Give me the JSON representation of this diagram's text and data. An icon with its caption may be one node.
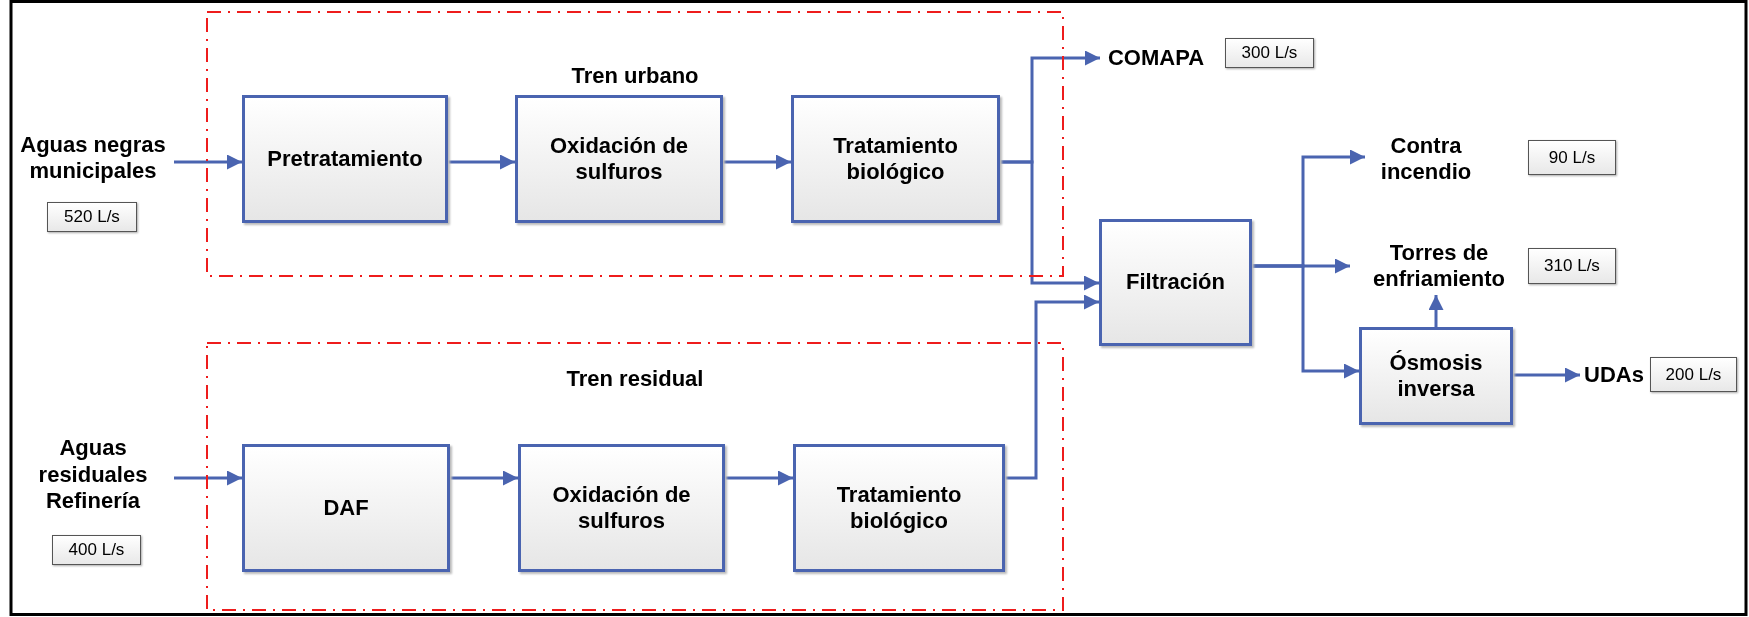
{
  "diagram": {
    "nodes": [
      {
        "text": [
          "Tren urbano"
        ]
      },
      {
        "text": [
          "Pretratamiento"
        ],
        "in": 0
      },
      {
        "text": [
          "Oxidación de sulfuros"
        ],
        "in": 0
      },
      {
        "text": [
          "Tratamiento biológico"
        ],
        "in": 0
      },
      {
        "text": [
          "Tren residual"
        ]
      },
      {
        "text": [
          "DAF"
        ],
        "in": 4
      },
      {
        "text": [
          "Oxidación de sulfuros"
        ],
        "in": 4
      },
      {
        "text": [
          "Tratamiento biológico"
        ],
        "in": 4
      },
      {
        "text": [
          "Aguas negras municipales"
        ],
        "beside": [
          "520 L/s"
        ]
      },
      {
        "text": [
          "Aguas residuales Refinería"
        ],
        "beside": [
          "400 L/s"
        ]
      },
      {
        "text": [
          "Filtración"
        ]
      },
      {
        "text": [
          "COMAPA"
        ],
        "beside": [
          "300 L/s"
        ]
      },
      {
        "text": [
          "Contra incendio"
        ]
      },
      {
        "text": [
          "Torres de enfriamiento"
        ],
        "beside": [
          "310 L/s"
        ]
      },
      {
        "text": [
          "Ósmosis inversa"
        ]
      },
      {
        "text": [
          "UDAs"
        ],
        "beside": [
          "200 L/s"
        ]
      }
    ],
    "edges": [
      {
        "from": 8,
        "to": 1,
        "arrow": "to"
      },
      {
        "from": 1,
        "to": 2,
        "arrow": "to"
      },
      {
        "from": 2,
        "to": 3,
        "arrow": "to"
      },
      {
        "from": 3,
        "to": 11,
        "arrow": "to"
      },
      {
        "from": 3,
        "to": 10,
        "arrow": "to"
      },
      {
        "from": 9,
        "to": 5,
        "arrow": "to"
      },
      {
        "from": 5,
        "to": 6,
        "arrow": "to"
      },
      {
        "from": 6,
        "to": 7,
        "arrow": "to"
      },
      {
        "from": 7,
        "to": 10,
        "arrow": "to"
      },
      {
        "from": 10,
        "to": 12,
        "arrow": "to"
      },
      {
        "from": 10,
        "to": 13,
        "arrow": "to"
      },
      {
        "from": 10,
        "to": 14,
        "arrow": "to"
      },
      {
        "from": 14,
        "to": 13,
        "arrow": "to"
      },
      {
        "from": 14,
        "to": 15,
        "arrow": "to"
      }
    ],
    "labels": [
      "90 L/s"
    ]
  }
}
